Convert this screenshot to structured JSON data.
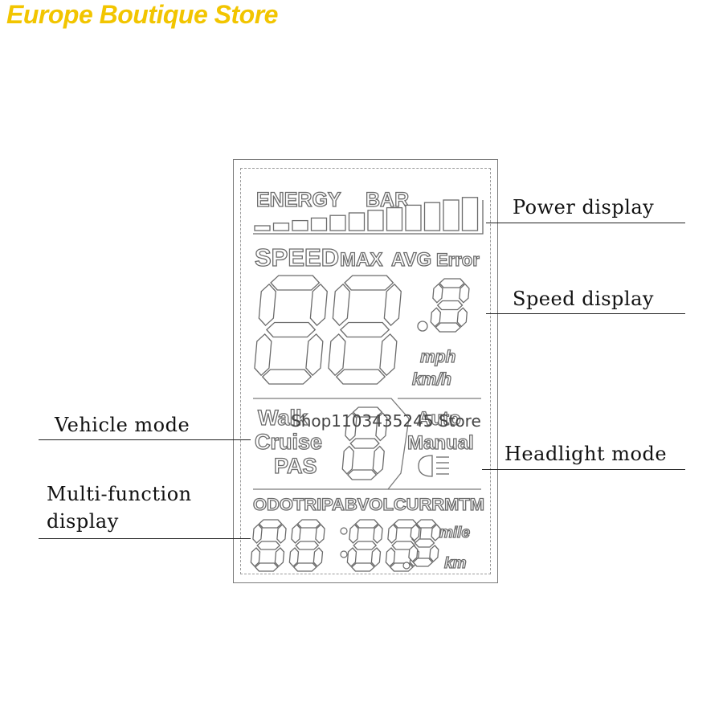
{
  "store_title": "Europe Boutique Store",
  "watermark": "Shop1103435245 Store",
  "lcd": {
    "energy_label": "ENERGY",
    "bar_label": "BAR",
    "speed_label": "SPEED",
    "max_label": "MAX",
    "avg_label": "AVG",
    "error_label": "Error",
    "unit_mph": "mph",
    "unit_kmh": "km/h",
    "mode_walk": "Walk",
    "mode_cruise": "Cruise",
    "mode_pas": "PAS",
    "mode_auto": "Auto",
    "mode_manual": "Manual",
    "mf_labels": "ODOTRIPABVOLCURRMTM",
    "unit_mile": "mile",
    "unit_km": "km",
    "energy_segments": 12
  },
  "callouts": {
    "power": "Power display",
    "speed": "Speed display",
    "vehicle": "Vehicle mode",
    "headlight": "Headlight mode",
    "multi_line1": "Multi-function",
    "multi_line2": "display"
  }
}
